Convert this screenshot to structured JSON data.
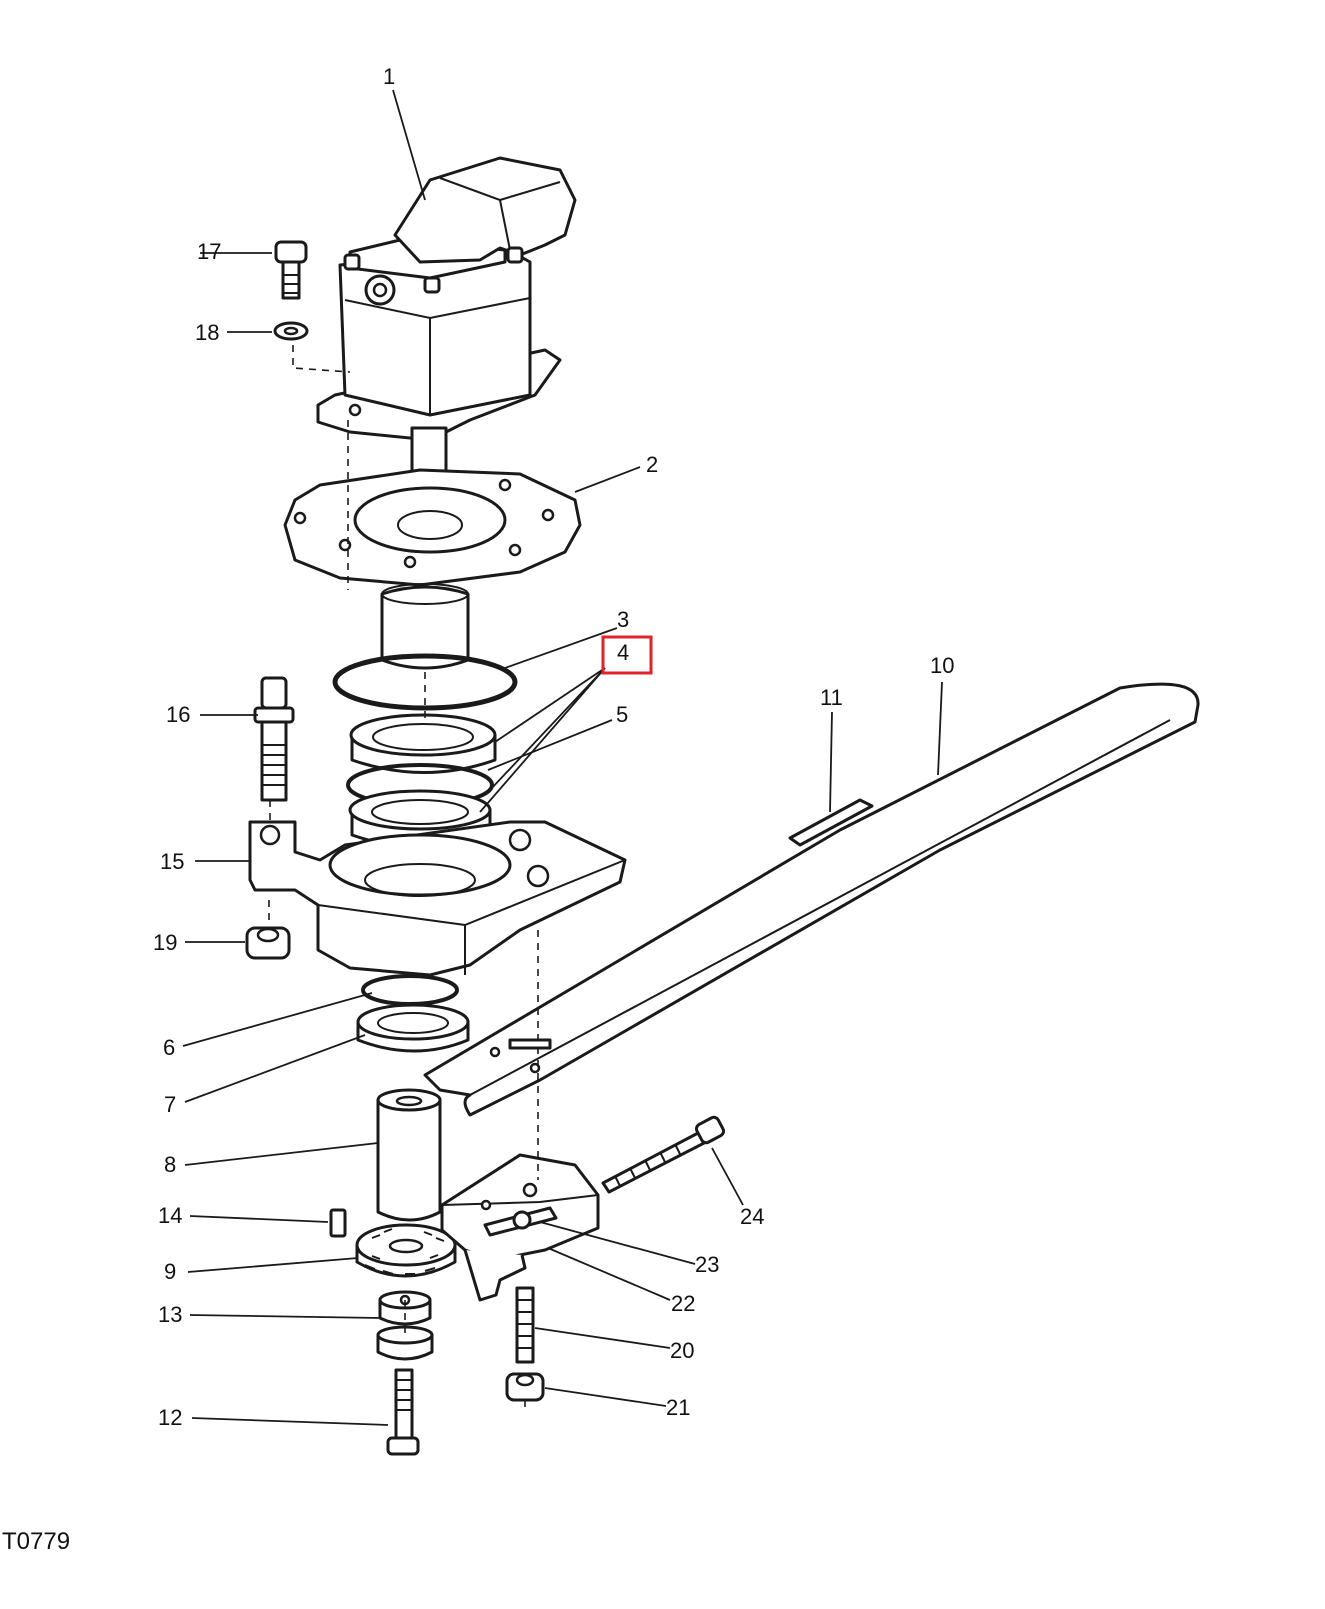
{
  "drawing_ref": "T0779",
  "callouts": [
    {
      "id": "1",
      "label": "1"
    },
    {
      "id": "2",
      "label": "2"
    },
    {
      "id": "3",
      "label": "3"
    },
    {
      "id": "4",
      "label": "4"
    },
    {
      "id": "5",
      "label": "5"
    },
    {
      "id": "6",
      "label": "6"
    },
    {
      "id": "7",
      "label": "7"
    },
    {
      "id": "8",
      "label": "8"
    },
    {
      "id": "9",
      "label": "9"
    },
    {
      "id": "10",
      "label": "10"
    },
    {
      "id": "11",
      "label": "11"
    },
    {
      "id": "12",
      "label": "12"
    },
    {
      "id": "13",
      "label": "13"
    },
    {
      "id": "14",
      "label": "14"
    },
    {
      "id": "15",
      "label": "15"
    },
    {
      "id": "16",
      "label": "16"
    },
    {
      "id": "17",
      "label": "17"
    },
    {
      "id": "18",
      "label": "18"
    },
    {
      "id": "19",
      "label": "19"
    },
    {
      "id": "20",
      "label": "20"
    },
    {
      "id": "21",
      "label": "21"
    },
    {
      "id": "22",
      "label": "22"
    },
    {
      "id": "23",
      "label": "23"
    },
    {
      "id": "24",
      "label": "24"
    }
  ],
  "highlighted_callout": "4",
  "highlight_color": "#e0242a"
}
